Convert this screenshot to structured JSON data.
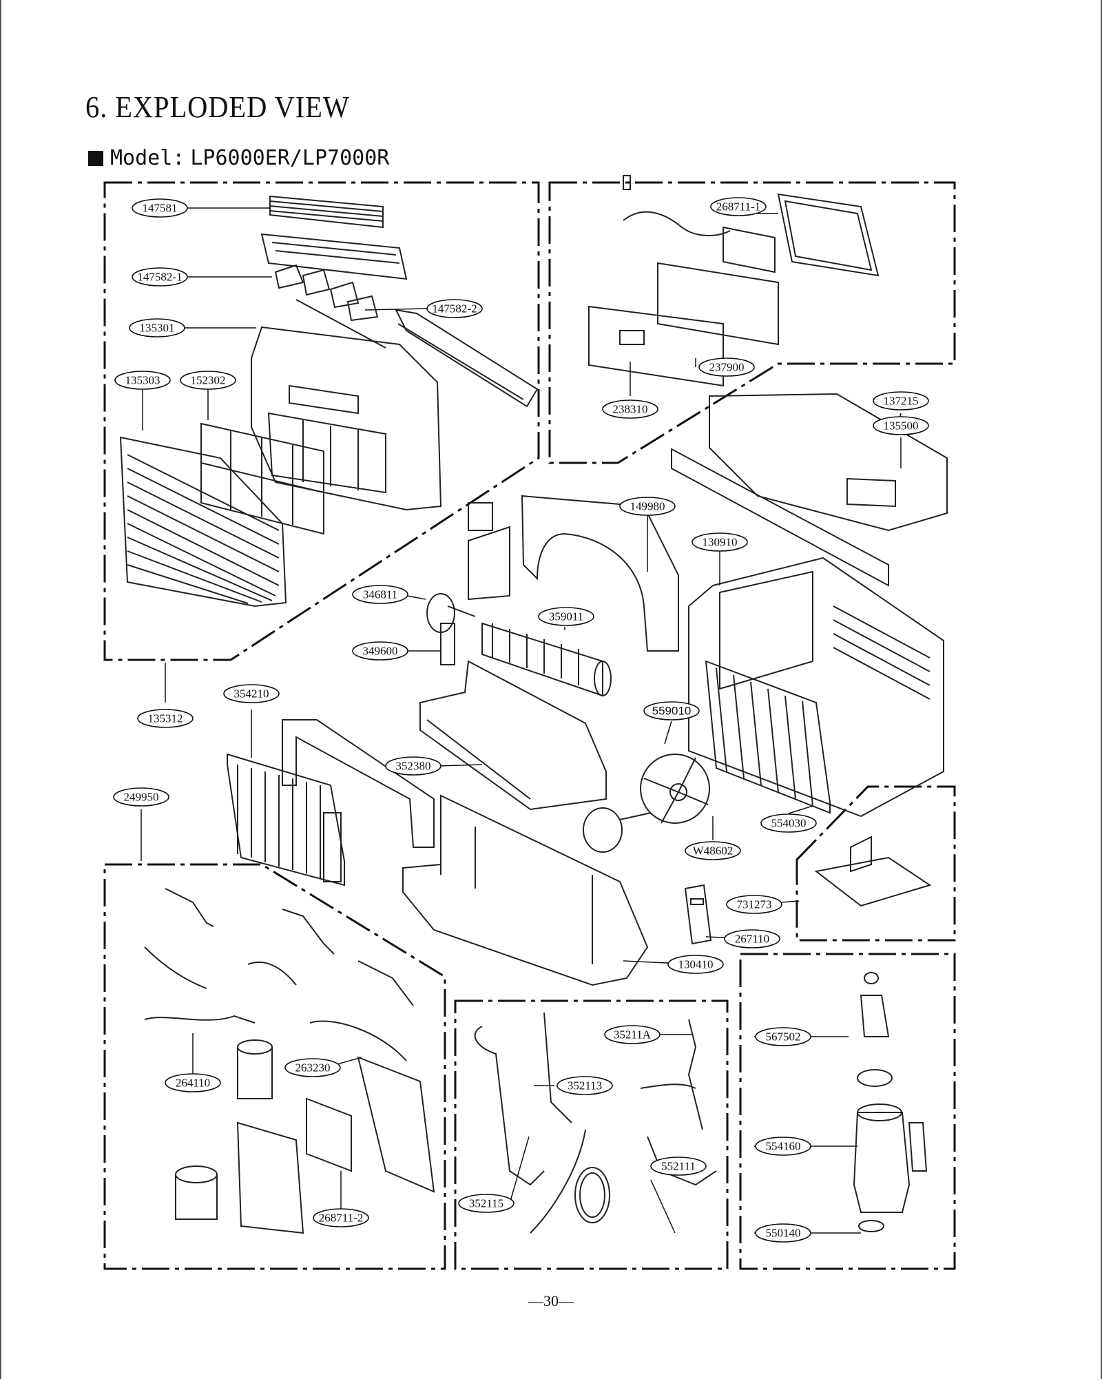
{
  "heading": "6. EXPLODED VIEW",
  "model_prefix": "Model:",
  "model_value": "LP6000ER/LP7000R",
  "page_number": "—30—",
  "parts": [
    "147581",
    "147582-1",
    "147582-2",
    "135301",
    "135303",
    "152302",
    "135312",
    "268711-1",
    "237900",
    "238310",
    "137215",
    "135500",
    "149980",
    "130910",
    "346811",
    "359011",
    "349600",
    "354210",
    "559010",
    "352380",
    "554030",
    "W48602",
    "249950",
    "731273",
    "267110",
    "130410",
    "35211A",
    "352113",
    "352115",
    "552111",
    "567502",
    "554160",
    "550140",
    "263230",
    "264110",
    "268711-2"
  ]
}
